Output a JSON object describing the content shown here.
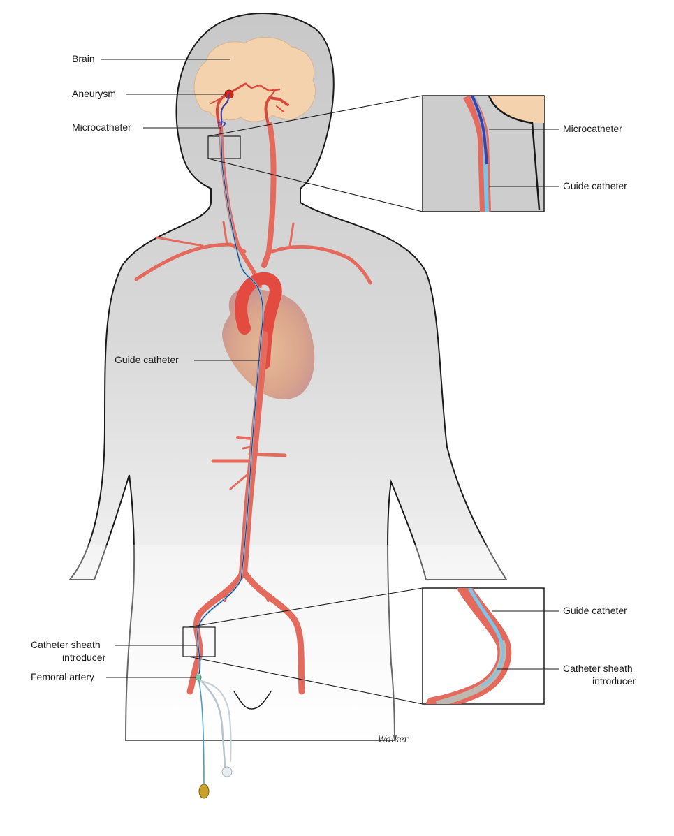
{
  "labels": {
    "brain": "Brain",
    "aneurysm": "Aneurysm",
    "microcatheter_left": "Microcatheter",
    "guide_catheter_center": "Guide catheter",
    "sheath_left_line1": "Catheter sheath",
    "sheath_left_line2": "introducer",
    "femoral_artery": "Femoral artery",
    "inset_top_microcatheter": "Microcatheter",
    "inset_top_guide": "Guide catheter",
    "inset_bottom_guide": "Guide catheter",
    "inset_bottom_sheath_line1": "Catheter sheath",
    "inset_bottom_sheath_line2": "introducer"
  },
  "signature": "Walker",
  "colors": {
    "body_fill": "#cfcfcf",
    "brain_fill": "#f4d2ad",
    "artery": "#e36a5c",
    "artery_dark": "#c9473d",
    "microcatheter": "#3e3fa8",
    "guide_catheter": "#7cc4e8",
    "sheath": "#bdb9b0",
    "aneurysm": "#cc2a1e"
  }
}
